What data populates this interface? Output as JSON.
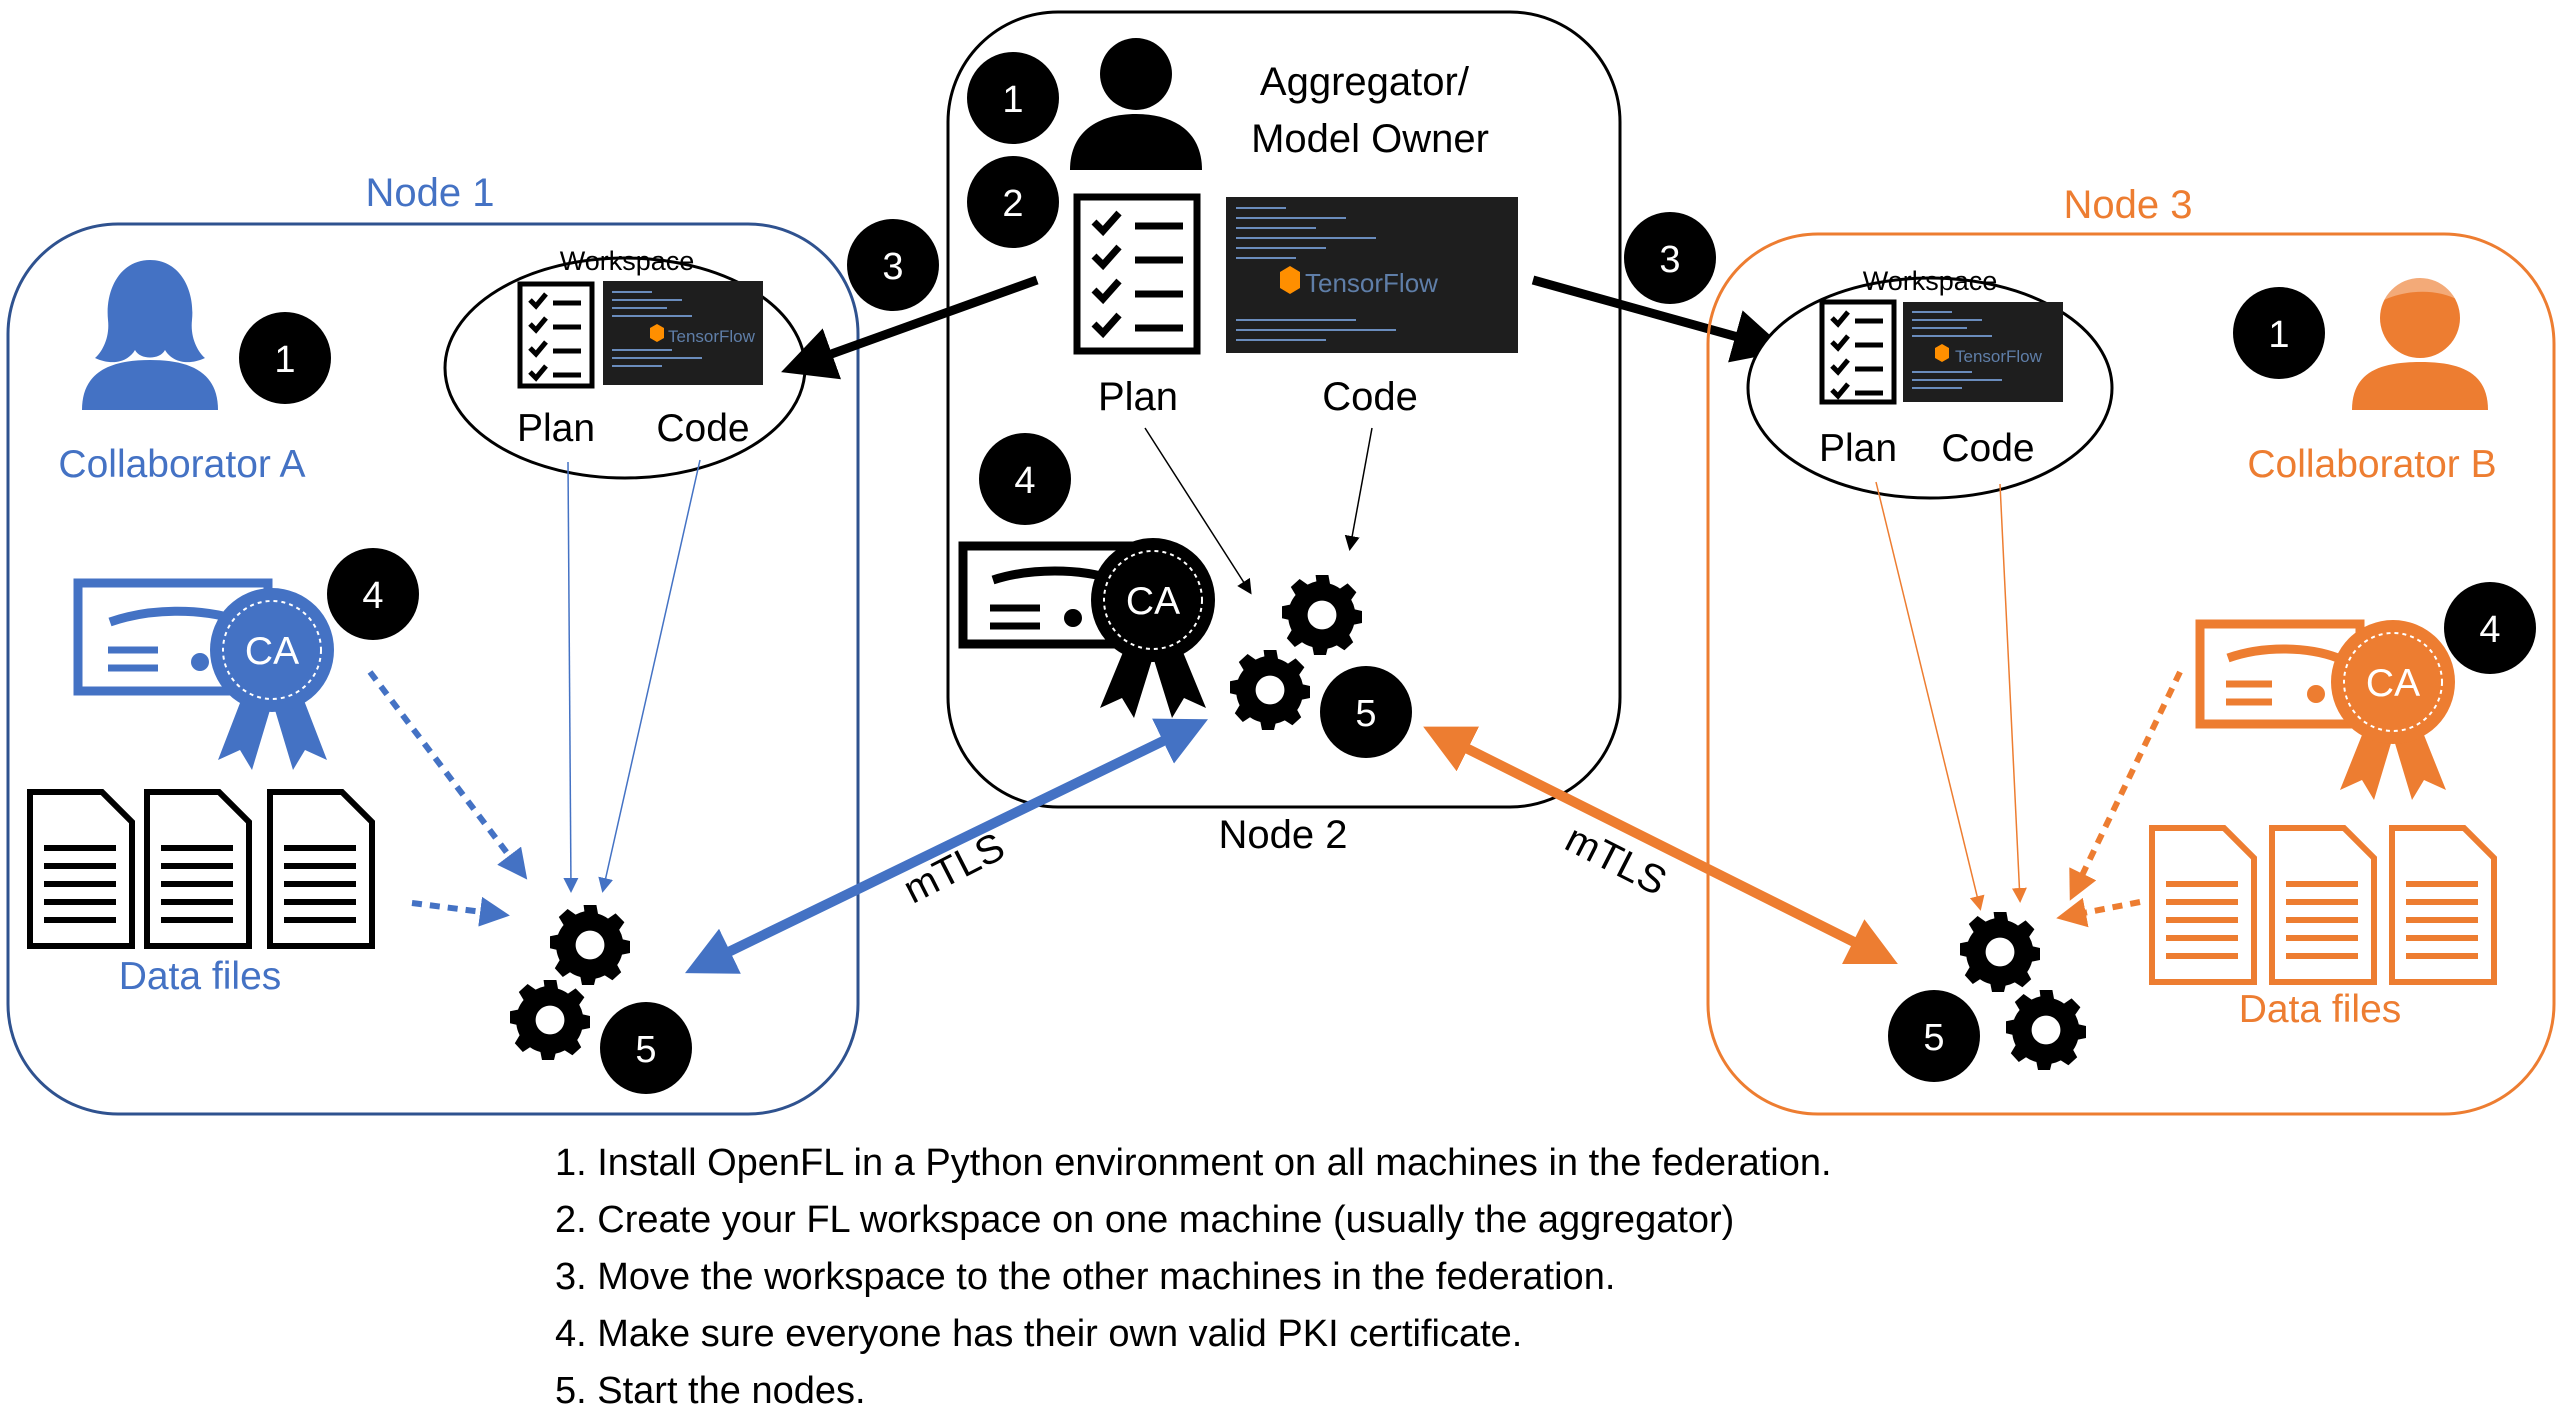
{
  "nodes": {
    "node1": {
      "label": "Node 1",
      "person": "Collaborator A",
      "data_label": "Data files",
      "color": "#4472c4"
    },
    "node2": {
      "label": "Node 2",
      "person": "Aggregator/\nModel Owner",
      "plan_label": "Plan",
      "code_label": "Code"
    },
    "node3": {
      "label": "Node 3",
      "person": "Collaborator B",
      "data_label": "Data files",
      "color": "#ed7d31"
    }
  },
  "workspace": {
    "title": "Workspace",
    "plan_label": "Plan",
    "code_label": "Code"
  },
  "ca_label": "CA",
  "code_thumb_label": "TensorFlow",
  "link_label": "mTLS",
  "step_badges": {
    "one": "1",
    "two": "2",
    "three": "3",
    "four": "4",
    "five": "5"
  },
  "steps": [
    "1. Install OpenFL in a Python environment on all machines in the federation.",
    "2. Create your FL workspace on one machine (usually the aggregator)",
    "3. Move the workspace to the other machines in the federation.",
    "4. Make sure everyone has their own valid PKI certificate.",
    "5. Start the nodes."
  ]
}
